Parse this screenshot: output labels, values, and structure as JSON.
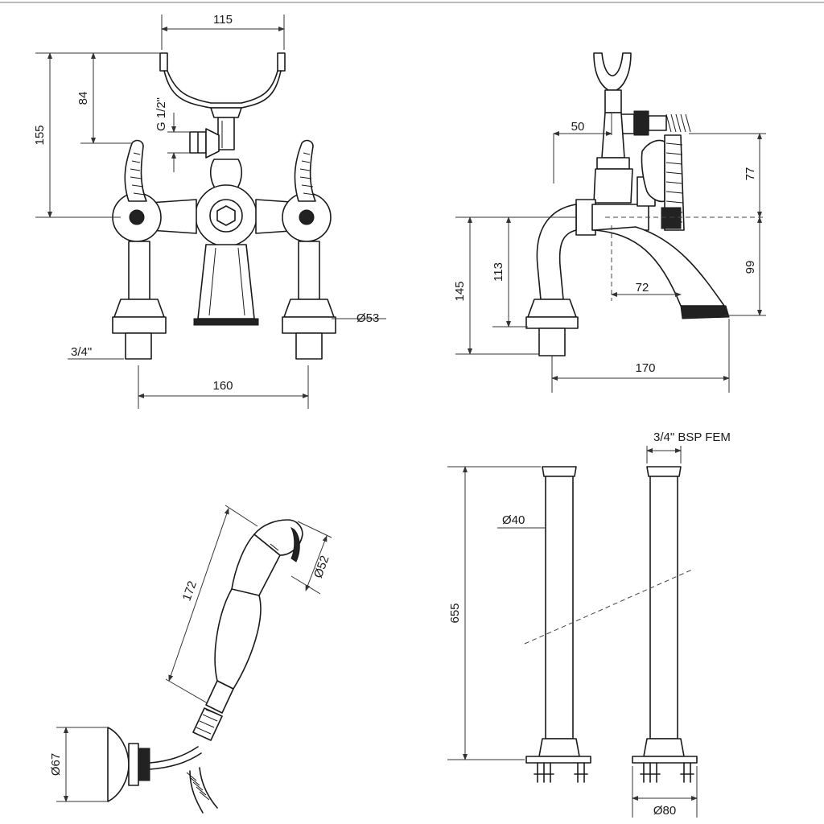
{
  "colors": {
    "line": "#1a1a1a",
    "background": "#ffffff"
  },
  "front_view": {
    "dim_top_width": "115",
    "dim_outlet_height": "84",
    "dim_total_height": "155",
    "dim_outlet_thread": "G 1/2\"",
    "dim_shroud_diameter": "Ø53",
    "dim_inlet_thread": "3/4\"",
    "dim_centres": "160"
  },
  "side_view": {
    "dim_outlet_offset": "50",
    "dim_upper_height": "77",
    "dim_lower_height": "99",
    "dim_body_height": "145",
    "dim_spout_height": "113",
    "dim_spout_reach": "72",
    "dim_total_depth": "170"
  },
  "handshower": {
    "dim_length": "172",
    "dim_head_diameter": "Ø52",
    "dim_bracket_diameter": "Ø67"
  },
  "standpipes": {
    "dim_connection": "3/4\" BSP FEM",
    "dim_pipe_diameter": "Ø40",
    "dim_height": "655",
    "dim_base_diameter": "Ø80"
  }
}
